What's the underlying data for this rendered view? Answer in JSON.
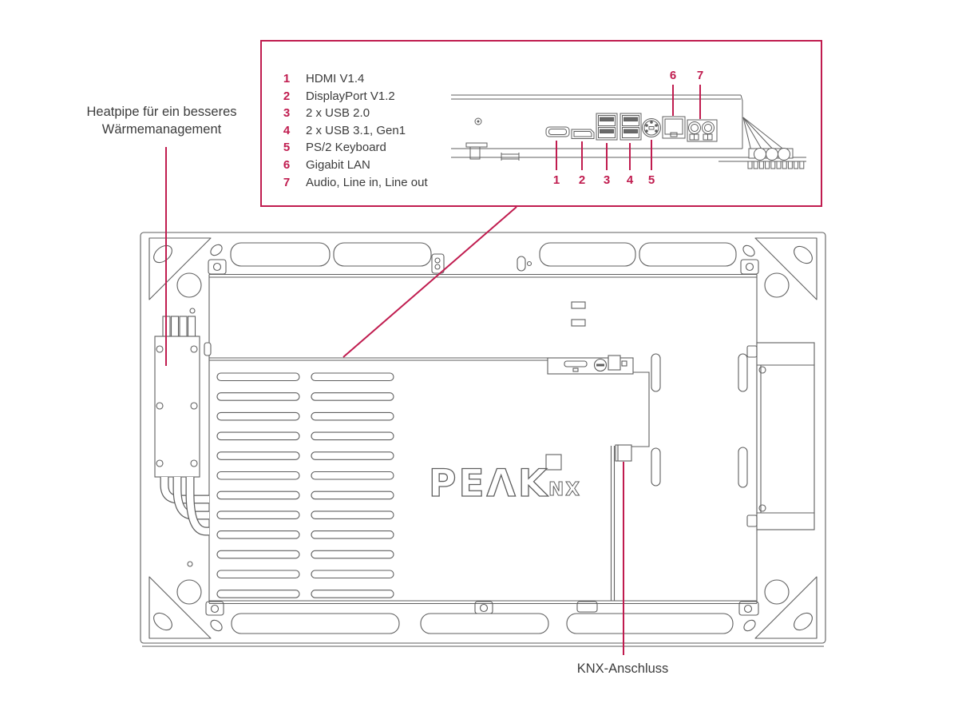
{
  "colors": {
    "accent": "#c01c4f",
    "line": "#5f5f5f",
    "text": "#3c3c3c",
    "background": "#ffffff"
  },
  "callout": {
    "legend": [
      {
        "num": "1",
        "label": "HDMI V1.4"
      },
      {
        "num": "2",
        "label": "DisplayPort V1.2"
      },
      {
        "num": "3",
        "label": "2 x USB 2.0"
      },
      {
        "num": "4",
        "label": "2 x USB 3.1, Gen1"
      },
      {
        "num": "5",
        "label": "PS/2 Keyboard"
      },
      {
        "num": "6",
        "label": "Gigabit LAN"
      },
      {
        "num": "7",
        "label": "Audio, Line in, Line out"
      }
    ],
    "port_numbers": [
      "1",
      "2",
      "3",
      "4",
      "5",
      "6",
      "7"
    ]
  },
  "annotations": {
    "heatpipe_line1": "Heatpipe für ein besseres",
    "heatpipe_line2": "Wärmemanagement",
    "knx": "KNX-Anschluss"
  },
  "logo": {
    "main": "PEΛK",
    "sub": "NX"
  }
}
